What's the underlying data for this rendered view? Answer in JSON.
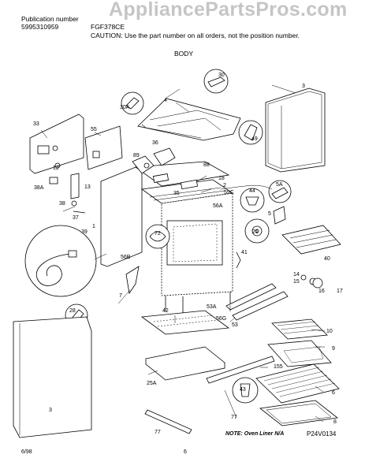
{
  "header": {
    "publication_label": "Publication number",
    "publication_number": "5995310959",
    "model": "FGF378CE",
    "caution": "CAUTION:  Use the part number on all orders, not the position number.",
    "section_title": "BODY",
    "watermark": "AppliancePartsPros.com"
  },
  "callouts": {
    "c30": "30",
    "c30a": "30A",
    "c4": "4",
    "c3_top": "3",
    "c49": "49",
    "c33": "33",
    "c55": "55",
    "c12": "12",
    "c36": "36",
    "c38a": "38A",
    "c13": "13",
    "c38": "38",
    "c37": "37",
    "c1": "1",
    "c39": "39",
    "c89": "89",
    "c88": "88",
    "c18": "18",
    "c2": "2",
    "c35": "35",
    "c59c": "59C",
    "c44": "44",
    "c5a": "5A",
    "c5": "5",
    "c21": "21",
    "c56a": "56A",
    "c72": "72",
    "c56b": "56B",
    "c41": "41",
    "c40": "40",
    "c7": "7",
    "c14": "14",
    "c15": "15",
    "c16": "16",
    "c17": "17",
    "c28": "28",
    "c42": "42",
    "c53a": "53A",
    "c56g": "56G",
    "c53": "53",
    "c10": "10",
    "c9": "9",
    "c25a": "25A",
    "c155": "155",
    "c43": "43",
    "c6": "6",
    "c3_bottom": "3",
    "c77a": "77",
    "c8": "8",
    "c77b": "77"
  },
  "footer": {
    "note": "NOTE: Oven Liner N/A",
    "code": "P24V0134",
    "date": "6/98",
    "page": "6"
  }
}
